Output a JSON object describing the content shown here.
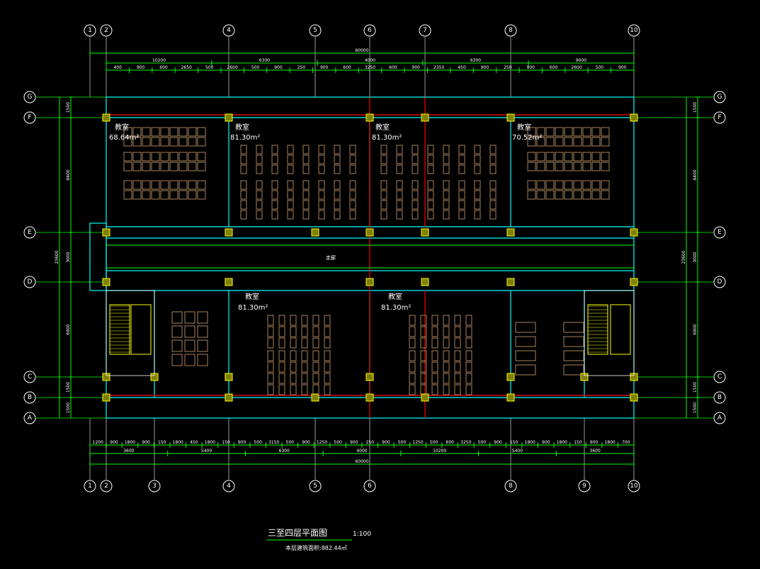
{
  "drawing": {
    "title": "三至四层平面图",
    "scale": "1:100",
    "area_note": "本层建筑面积:882.44㎡"
  },
  "grid": {
    "columns_top": [
      "1",
      "2",
      "4",
      "5",
      "6",
      "7",
      "8",
      "10"
    ],
    "columns_bottom": [
      "1",
      "2",
      "3",
      "4",
      "5",
      "6",
      "8",
      "9",
      "10"
    ],
    "rows": [
      "G",
      "F",
      "E",
      "D",
      "C",
      "B",
      "A"
    ]
  },
  "dimensions": {
    "top_overall": "60000",
    "top_segments": [
      "10200",
      "6300",
      "4000",
      "6300",
      "9000"
    ],
    "top_details": [
      "400",
      "900",
      "600",
      "2650",
      "500",
      "2600",
      "500",
      "900",
      "250",
      "900",
      "600",
      "3250",
      "600",
      "900",
      "2350",
      "450",
      "900",
      "250",
      "900",
      "600",
      "2600",
      "500",
      "900"
    ],
    "bottom_overall": "60000",
    "bottom_segments": [
      "3600",
      "5400",
      "6300",
      "4000",
      "10200",
      "5400",
      "3600"
    ],
    "bottom_details": [
      "1200",
      "900",
      "1800",
      "900",
      "150",
      "1800",
      "450",
      "1800",
      "150",
      "900",
      "500",
      "3150",
      "500",
      "900",
      "1250",
      "500",
      "900",
      "250",
      "900",
      "500",
      "1250",
      "500",
      "600",
      "3250",
      "500",
      "900",
      "150",
      "1800",
      "900",
      "1800",
      "150",
      "900",
      "1800",
      "700"
    ],
    "left_overall": "23600",
    "left_segments": [
      "1500",
      "8400",
      "3000",
      "6900",
      "1500",
      "1500"
    ],
    "right_overall": "23600",
    "right_segments": [
      "1500",
      "8400",
      "3000",
      "6900",
      "1500",
      "1500"
    ]
  },
  "rooms": [
    {
      "name": "教室",
      "area": "68.64m²"
    },
    {
      "name": "教室",
      "area": "81.30m²"
    },
    {
      "name": "教室",
      "area": "81.30m²"
    },
    {
      "name": "教室",
      "area": "70.52m²"
    },
    {
      "name": "教室",
      "area": "81.30m²"
    },
    {
      "name": "教室",
      "area": "81.30m²"
    }
  ],
  "corridor": "走廊",
  "colors": {
    "grid": "#00ff00",
    "wall": "#00ffff",
    "axis": "#ff0000",
    "furniture": "#a8845c",
    "column": "#808000"
  }
}
